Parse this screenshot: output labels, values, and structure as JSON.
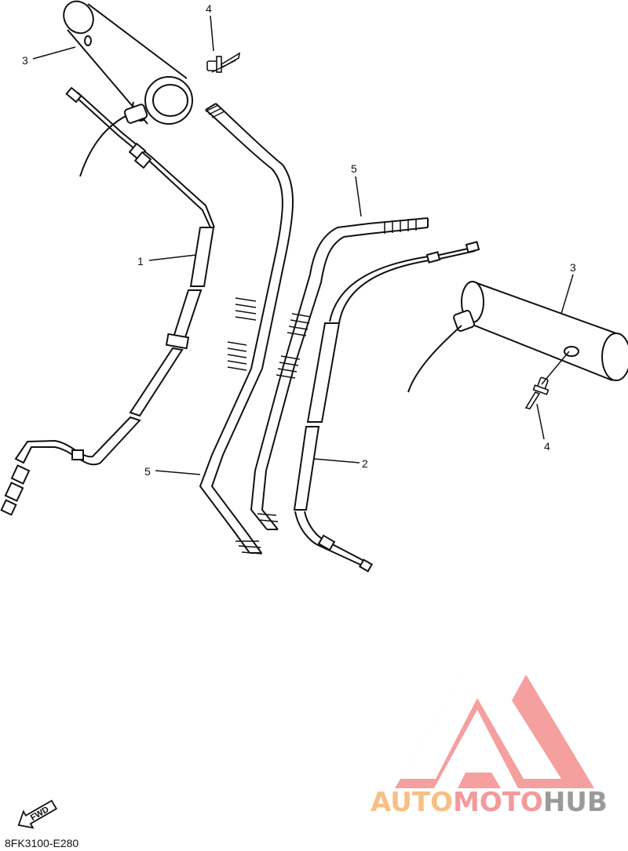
{
  "diagram": {
    "callouts": [
      {
        "id": "c3a",
        "text": "3"
      },
      {
        "id": "c4a",
        "text": "4"
      },
      {
        "id": "c1",
        "text": "1"
      },
      {
        "id": "c5a",
        "text": "5"
      },
      {
        "id": "c5b",
        "text": "5"
      },
      {
        "id": "c3b",
        "text": "3"
      },
      {
        "id": "c4b",
        "text": "4"
      },
      {
        "id": "c2",
        "text": "2"
      }
    ],
    "part_code": "8FK3100-E280",
    "fwd_label": "FWD"
  },
  "watermark": {
    "word_auto": "AUTO",
    "word_moto": "MOTO",
    "word_hub": "HUB",
    "colors": {
      "auto": "#f6bf84",
      "moto": "#f39a9a",
      "hub": "#9a9a9a",
      "logo": "#f59a9a"
    }
  }
}
